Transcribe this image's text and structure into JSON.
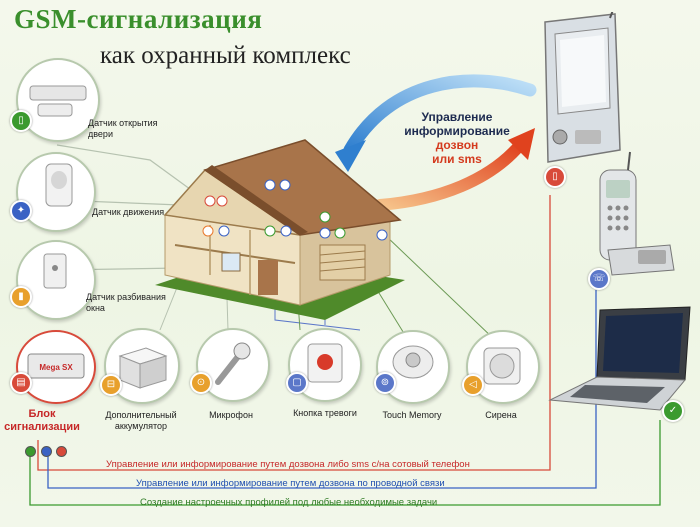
{
  "header": {
    "title": "GSM-сигнализация",
    "subtitle": "как охранный комплекс"
  },
  "management": {
    "line1": "Управление",
    "line2": "информирование",
    "line3": "дозвон",
    "line4": "или sms"
  },
  "sensors": [
    {
      "label": "Датчик открытия двери",
      "icon": "door-sensor-icon"
    },
    {
      "label": "Датчик движения",
      "icon": "motion-sensor-icon"
    },
    {
      "label": "Датчик разбивания окна",
      "icon": "glass-break-sensor-icon"
    }
  ],
  "devices": [
    {
      "label": "Блок сигнализации",
      "icon": "alarm-unit-icon",
      "brand": "Mega SX"
    },
    {
      "label": "Дополнительный аккумулятор",
      "icon": "battery-icon"
    },
    {
      "label": "Микрофон",
      "icon": "microphone-icon"
    },
    {
      "label": "Кнопка тревоги",
      "icon": "panic-button-icon"
    },
    {
      "label": "Touch Memory",
      "icon": "touch-memory-icon"
    },
    {
      "label": "Сирена",
      "icon": "siren-icon"
    }
  ],
  "legend": {
    "red": "Управление или информирование путем дозвона либо sms с/на сотовый телефон",
    "blue": "Управление или информирование путем дозвона по проводной связи",
    "green": "Создание настроечных профилей под любые необходимые задачи"
  },
  "colors": {
    "accent_green": "#3a8f2c",
    "line_red": "#d84a3a",
    "line_blue": "#3a62c4",
    "line_green": "#3b9a2f",
    "arrow_blue": "#3f8fd6",
    "arrow_orange": "#e8782c"
  }
}
